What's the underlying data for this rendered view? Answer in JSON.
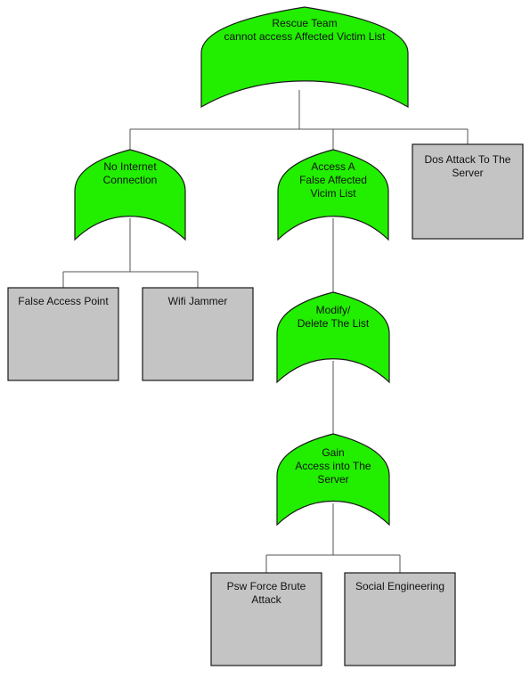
{
  "diagram": {
    "colors": {
      "gate_fill": "#22ee00",
      "leaf_fill": "#c4c4c4",
      "stroke": "#1a1a1a",
      "connector": "#555555"
    },
    "nodes": {
      "root": {
        "label": "Rescue Team\ncannot access Affected Victim List",
        "shape": "or-gate"
      },
      "no_internet": {
        "label": "No Internet\nConnection",
        "shape": "or-gate"
      },
      "false_list": {
        "label": "Access A\nFalse Affected\nVicim List",
        "shape": "or-gate"
      },
      "dos": {
        "label": "Dos Attack To The\nServer",
        "shape": "basic-event"
      },
      "false_ap": {
        "label": "False Access Point",
        "shape": "basic-event"
      },
      "wifi_jammer": {
        "label": "Wifi Jammer",
        "shape": "basic-event"
      },
      "modify": {
        "label": "Modify/\nDelete  The List",
        "shape": "or-gate"
      },
      "gain_access": {
        "label": "Gain\nAccess into The\nServer",
        "shape": "or-gate"
      },
      "brute_force": {
        "label": "Psw Force Brute\nAttack",
        "shape": "basic-event"
      },
      "social_eng": {
        "label": "Social Engineering",
        "shape": "basic-event"
      }
    },
    "edges": [
      [
        "root",
        "no_internet"
      ],
      [
        "root",
        "false_list"
      ],
      [
        "root",
        "dos"
      ],
      [
        "no_internet",
        "false_ap"
      ],
      [
        "no_internet",
        "wifi_jammer"
      ],
      [
        "false_list",
        "modify"
      ],
      [
        "modify",
        "gain_access"
      ],
      [
        "gain_access",
        "brute_force"
      ],
      [
        "gain_access",
        "social_eng"
      ]
    ]
  }
}
